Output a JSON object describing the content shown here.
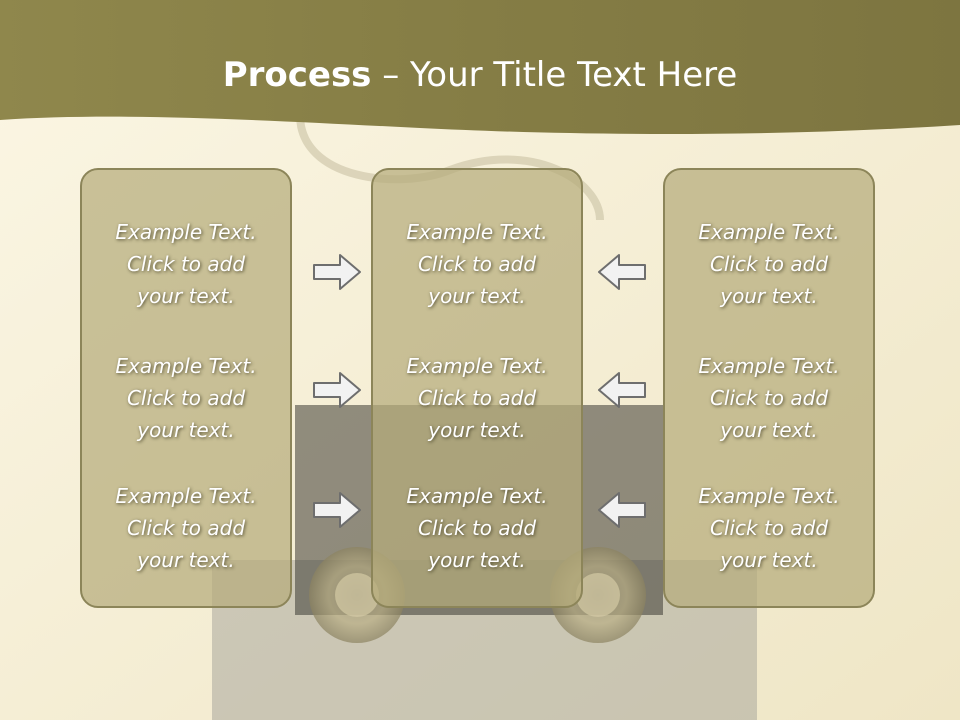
{
  "title": {
    "bold": "Process",
    "rest": " – Your Title Text Here"
  },
  "columns": [
    {
      "blocks": [
        [
          "Example Text.",
          "Click  to add",
          "your text."
        ],
        [
          "Example Text.",
          "Click  to add",
          "your text."
        ],
        [
          "Example Text.",
          "Click  to add",
          "your text."
        ]
      ]
    },
    {
      "blocks": [
        [
          "Example Text.",
          "Click  to add",
          "your text."
        ],
        [
          "Example Text.",
          "Click  to add",
          "your text."
        ],
        [
          "Example Text.",
          "Click  to add",
          "your text."
        ]
      ]
    },
    {
      "blocks": [
        [
          "Example Text.",
          "Click  to add",
          "your text."
        ],
        [
          "Example Text.",
          "Click  to add",
          "your text."
        ],
        [
          "Example Text.",
          "Click  to add",
          "your text."
        ]
      ]
    }
  ],
  "arrows": {
    "left_column": "right-arrow-icon",
    "right_column": "left-arrow-icon"
  },
  "colors": {
    "header": "#8a8148",
    "panel": "#b5ac7b",
    "background": "#f7f1db",
    "arrow_fill": "#f2f2f2",
    "arrow_stroke": "#6e6e6e"
  }
}
